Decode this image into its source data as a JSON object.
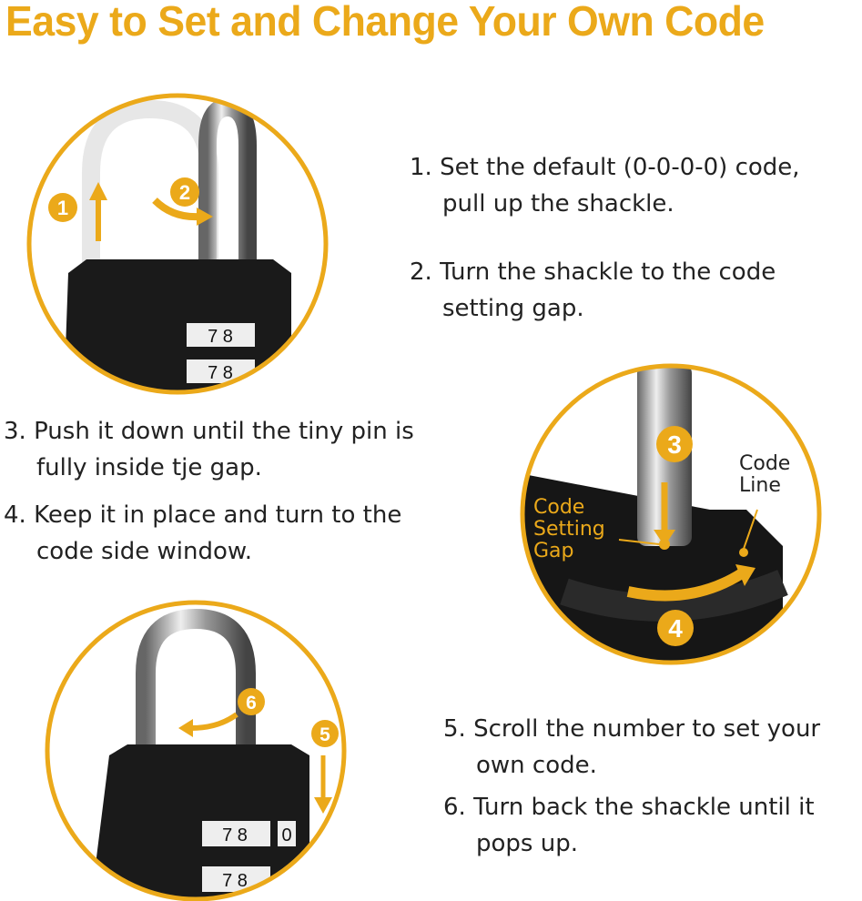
{
  "title": "Easy to Set and Change Your Own Code",
  "steps": [
    {
      "line1": "1. Set the default (0-0-0-0) code,",
      "line2": "pull up the shackle."
    },
    {
      "line1": "2. Turn the shackle to the code",
      "line2": "setting gap."
    },
    {
      "line1": "3. Push it down until the tiny pin is",
      "line2": "fully inside tje gap."
    },
    {
      "line1": "4. Keep it in place and turn to the",
      "line2": "code side window."
    },
    {
      "line1": "5. Scroll the number to set your",
      "line2": "own code."
    },
    {
      "line1": "6. Turn back the shackle until it",
      "line2": "pops up."
    }
  ],
  "badges": [
    "1",
    "2",
    "3",
    "4",
    "5",
    "6"
  ],
  "labels": {
    "code_line_1": "Code",
    "code_line_2": "Line",
    "gap_1": "Code",
    "gap_2": "Setting",
    "gap_3": "Gap"
  },
  "dials": {
    "a": "7 8",
    "b": "7 8",
    "c": "7 8",
    "d": "0"
  },
  "colors": {
    "accent": "#EBA91A",
    "text": "#222222",
    "lock_body": "#1a1a1a"
  }
}
